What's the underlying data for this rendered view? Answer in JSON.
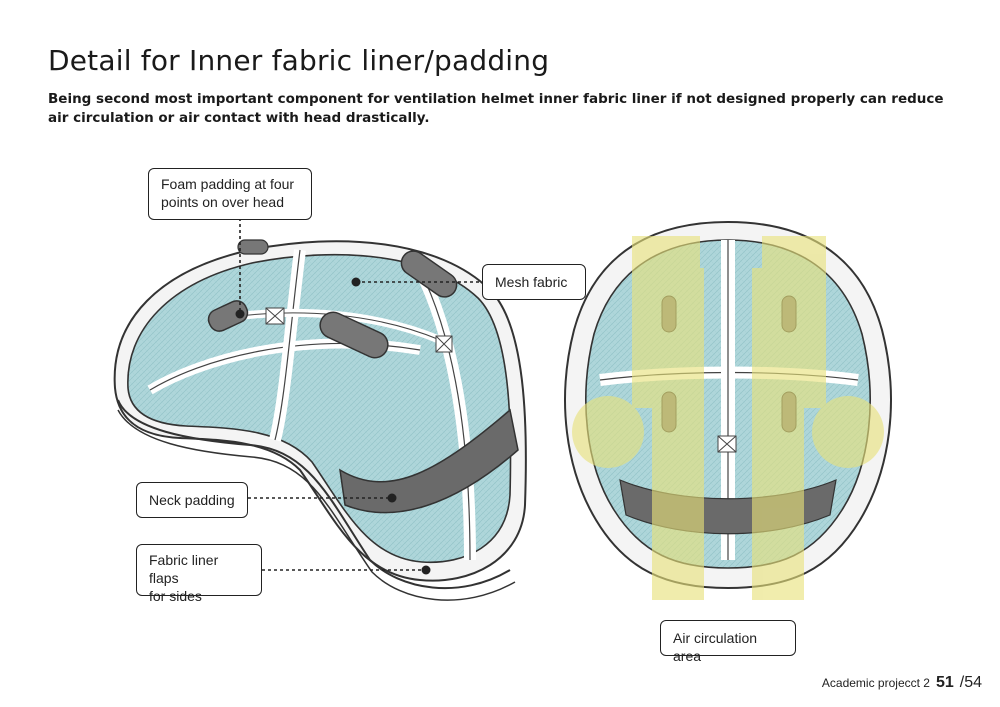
{
  "title": "Detail for Inner fabric liner/padding",
  "subtitle": "Being second most important component for ventilation helmet inner fabric liner if not designed properly can reduce air circulation or air contact with head drastically.",
  "callouts": {
    "foam": {
      "line1": "Foam padding at four",
      "line2": "points on over head"
    },
    "mesh": {
      "line1": "Mesh fabric"
    },
    "neck": {
      "line1": "Neck padding"
    },
    "flaps": {
      "line1": "Fabric liner flaps",
      "line2": "for sides"
    },
    "air": {
      "line1": "Air circulation area"
    }
  },
  "footer": {
    "project": "Academic projecct 2",
    "page": "51",
    "total": "/54"
  },
  "colors": {
    "mesh": "#aed6da",
    "highlight": "#e8e27a",
    "padding": "#666666",
    "outline": "#333333"
  }
}
